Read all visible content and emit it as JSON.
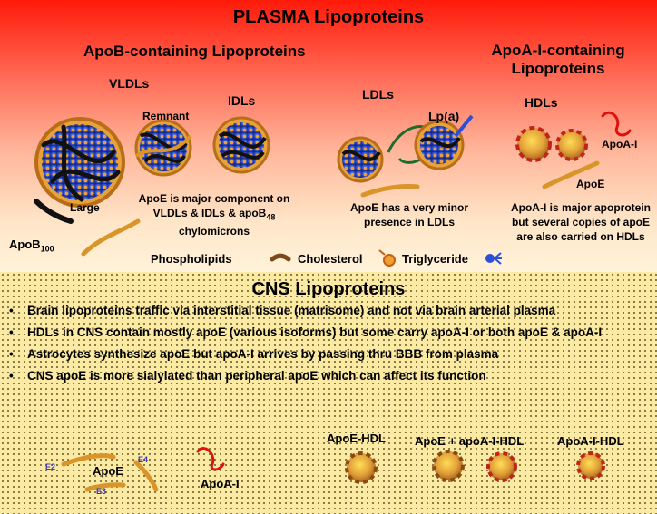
{
  "plasma": {
    "title": "PLASMA Lipoproteins",
    "apob_heading": "ApoB-containing Lipoproteins",
    "apoa_heading": "ApoA-I-containing Lipoproteins",
    "vldl_label": "VLDLs",
    "remnant_label": "Remnant",
    "idl_label": "IDLs",
    "ldl_label": "LDLs",
    "lpa_label": "Lp(a)",
    "hdl_label": "HDLs",
    "large_label": "Large",
    "apob100_label": "ApoB",
    "apob100_sub": "100",
    "apoe_major_text": "ApoE is major component on VLDLs & IDLs & apoB",
    "apoe_major_sub": "48",
    "apoe_major_tail": " chylomicrons",
    "apoe_minor_text": "ApoE has a very minor presence in LDLs",
    "apoai_label": "ApoA-I",
    "apoe_label": "ApoE",
    "apoai_major_text": "ApoA-I is major apoprotein but several copies of apoE are also  carried on HDLs",
    "legend": {
      "phospholipids": "Phospholipids",
      "cholesterol": "Cholesterol",
      "triglyceride": "Triglyceride"
    }
  },
  "cns": {
    "title": "CNS Lipoproteins",
    "bullets": [
      "Brain lipoproteins traffic via interstitial tissue (matrisome) and not via brain arterial plasma",
      "HDLs in CNS contain mostly apoE (various isoforms) but some carry apoA-I or both apoE & apoA-I",
      "Astrocytes synthesize apoE but apoA-I arrives by passing thru BBB from plasma",
      "CNS apoE is more sialylated than peripheral apoE which can affect its function"
    ],
    "apoe_label": "ApoE",
    "isoforms": [
      "E2",
      "E3",
      "E4"
    ],
    "apoai_label": "ApoA-I",
    "apoe_hdl": "ApoE-HDL",
    "apoe_apoai_hdl": "ApoE + apoA-I-HDL",
    "apoai_hdl": "ApoA-I-HDL"
  },
  "colors": {
    "plasma_top": "#ff1a0a",
    "cns_bg": "#fbeaa3",
    "apoe_protein": "#d9952a",
    "apoai_protein": "#e01010",
    "apob_protein": "#111111",
    "triglyceride": "#2b4fd6"
  }
}
